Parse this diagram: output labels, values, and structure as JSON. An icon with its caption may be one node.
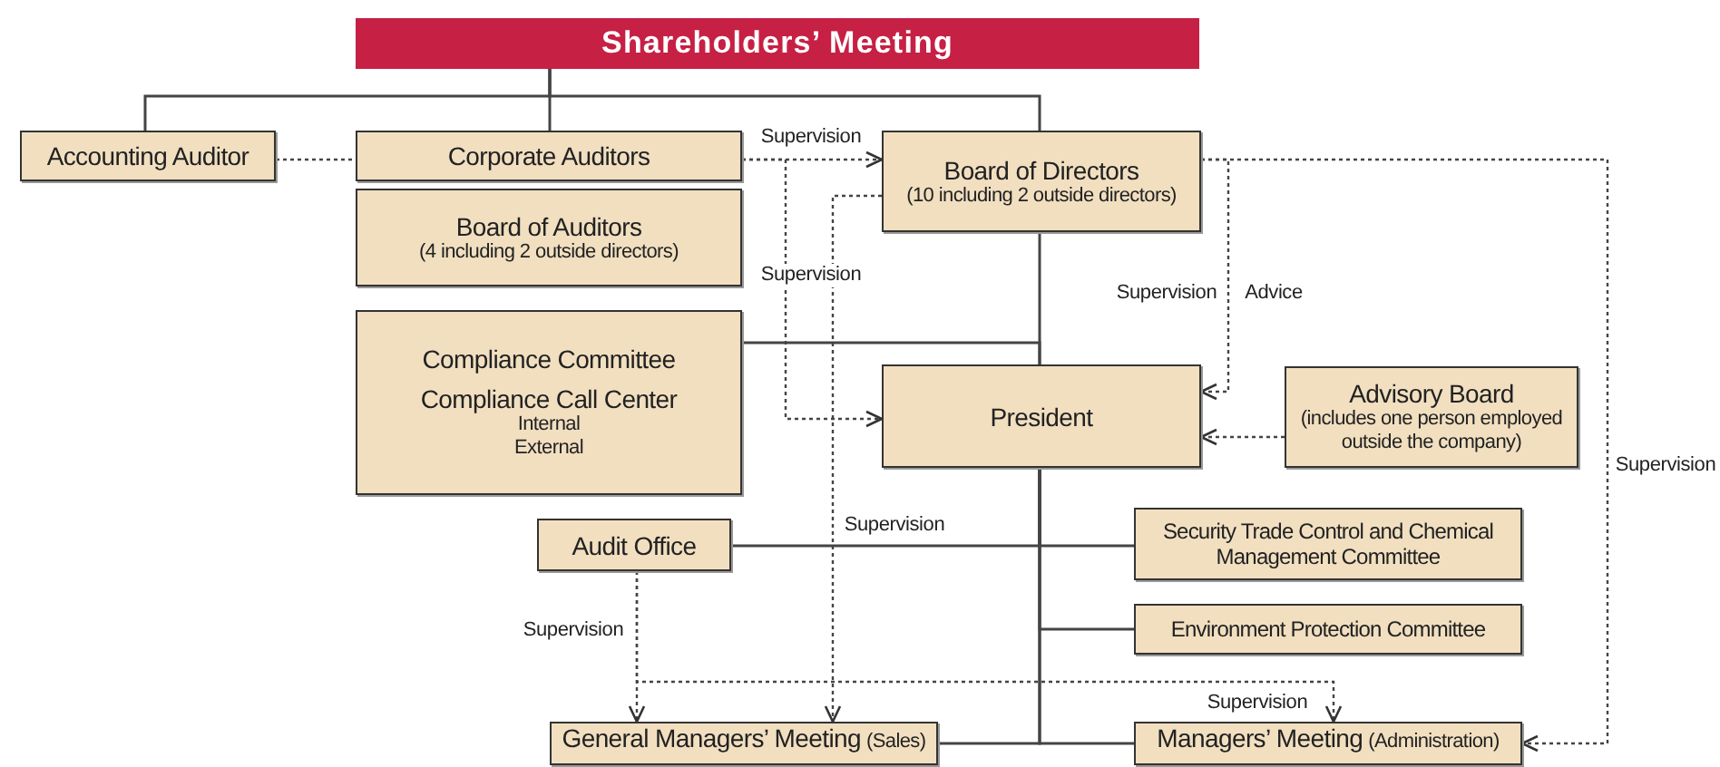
{
  "diagram": {
    "nodes": [
      {
        "text": [
          "Shareholders’ Meeting"
        ]
      },
      {
        "text": [
          "Accounting Auditor"
        ]
      },
      {
        "text": [
          "Corporate Auditors"
        ]
      },
      {
        "text": [
          "Board of Auditors",
          "(4 including 2 outside directors)"
        ]
      },
      {
        "text": [
          "Board of Directors",
          "(10 including 2 outside directors)"
        ]
      },
      {
        "text": [
          "Compliance Committee",
          "Compliance Call Center",
          "Internal",
          "External"
        ]
      },
      {
        "text": [
          "President"
        ]
      },
      {
        "text": [
          "Advisory Board",
          "(includes one person employed outside the company)"
        ]
      },
      {
        "text": [
          "Audit Office"
        ]
      },
      {
        "text": [
          "Security Trade Control and Chemical Management Committee"
        ]
      },
      {
        "text": [
          "Environment Protection Committee"
        ]
      },
      {
        "text": [
          "General Managers’ Meeting",
          "(Sales)"
        ]
      },
      {
        "text": [
          "Managers’ Meeting",
          "(Administration)"
        ]
      }
    ],
    "edges": [
      {
        "from": 0,
        "to": 1,
        "arrow": "none"
      },
      {
        "from": 0,
        "to": 2,
        "arrow": "none"
      },
      {
        "from": 0,
        "to": 4,
        "arrow": "none"
      },
      {
        "from": 4,
        "to": 6,
        "arrow": "none"
      },
      {
        "from": 5,
        "to": 6,
        "arrow": "none"
      },
      {
        "from": 6,
        "to": 8,
        "arrow": "none"
      },
      {
        "from": 6,
        "to": 9,
        "arrow": "none"
      },
      {
        "from": 6,
        "to": 10,
        "arrow": "none"
      },
      {
        "from": 6,
        "to": 11,
        "arrow": "none"
      },
      {
        "from": 6,
        "to": 12,
        "arrow": "none"
      },
      {
        "from": 1,
        "to": 2,
        "arrow": "none",
        "style": "dashed"
      },
      {
        "from": 2,
        "to": 4,
        "arrow": "to",
        "style": "dashed",
        "label": "Supervision"
      },
      {
        "from": 2,
        "to": 6,
        "arrow": "to",
        "style": "dashed"
      },
      {
        "from": 4,
        "to": 11,
        "arrow": "to",
        "style": "dashed",
        "label": "Supervision"
      },
      {
        "from": 4,
        "to": 6,
        "arrow": "to",
        "style": "dashed",
        "label": "Supervision"
      },
      {
        "from": 7,
        "to": 6,
        "arrow": "to",
        "style": "dashed"
      },
      {
        "from": 4,
        "to": 12,
        "arrow": "to",
        "style": "dashed",
        "label": "Supervision"
      },
      {
        "from": 8,
        "to": 11,
        "arrow": "to",
        "style": "dashed",
        "label": "Supervision"
      },
      {
        "from": 8,
        "to": 12,
        "arrow": "to",
        "style": "dashed",
        "label": "Supervision"
      }
    ],
    "labels": [
      "Supervision",
      "Advice"
    ]
  }
}
